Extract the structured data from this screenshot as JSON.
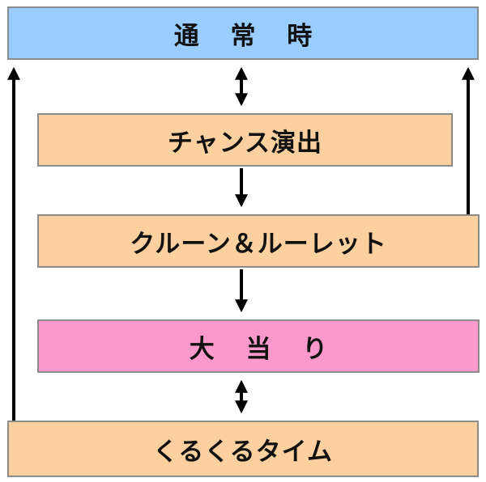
{
  "colors": {
    "normal_fill": "#99ccff",
    "orange_fill": "#fcd09f",
    "jackpot_fill": "#fb98cc",
    "border": "#8c8c8c",
    "arrow": "#000000"
  },
  "boxes": {
    "normal": "通 常 時",
    "chance": "チャンス演出",
    "clune_roulette": "クルーン＆ルーレット",
    "jackpot": "大 当 り",
    "kurukuru_time": "くるくるタイム"
  }
}
